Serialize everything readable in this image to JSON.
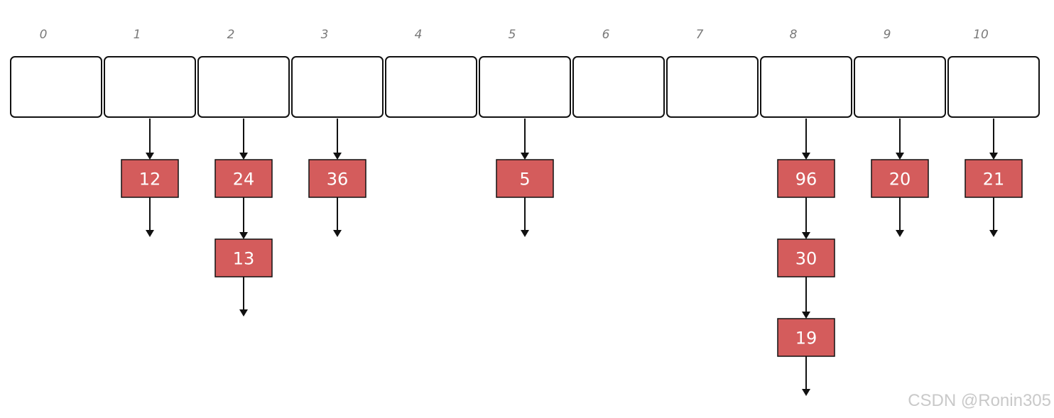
{
  "colors": {
    "node_fill": "#d45c5c",
    "node_text": "#ffffff",
    "bucket_stroke": "#111111",
    "index_label": "#7a7a7a",
    "watermark": "#c9c9c9"
  },
  "buckets": [
    {
      "index": "0",
      "chain": []
    },
    {
      "index": "1",
      "chain": [
        "12"
      ]
    },
    {
      "index": "2",
      "chain": [
        "24",
        "13"
      ]
    },
    {
      "index": "3",
      "chain": [
        "36"
      ]
    },
    {
      "index": "4",
      "chain": []
    },
    {
      "index": "5",
      "chain": [
        "5"
      ]
    },
    {
      "index": "6",
      "chain": []
    },
    {
      "index": "7",
      "chain": []
    },
    {
      "index": "8",
      "chain": [
        "96",
        "30",
        "19"
      ]
    },
    {
      "index": "9",
      "chain": [
        "20"
      ]
    },
    {
      "index": "10",
      "chain": [
        "21"
      ]
    }
  ],
  "watermark": "CSDN @Ronin305"
}
